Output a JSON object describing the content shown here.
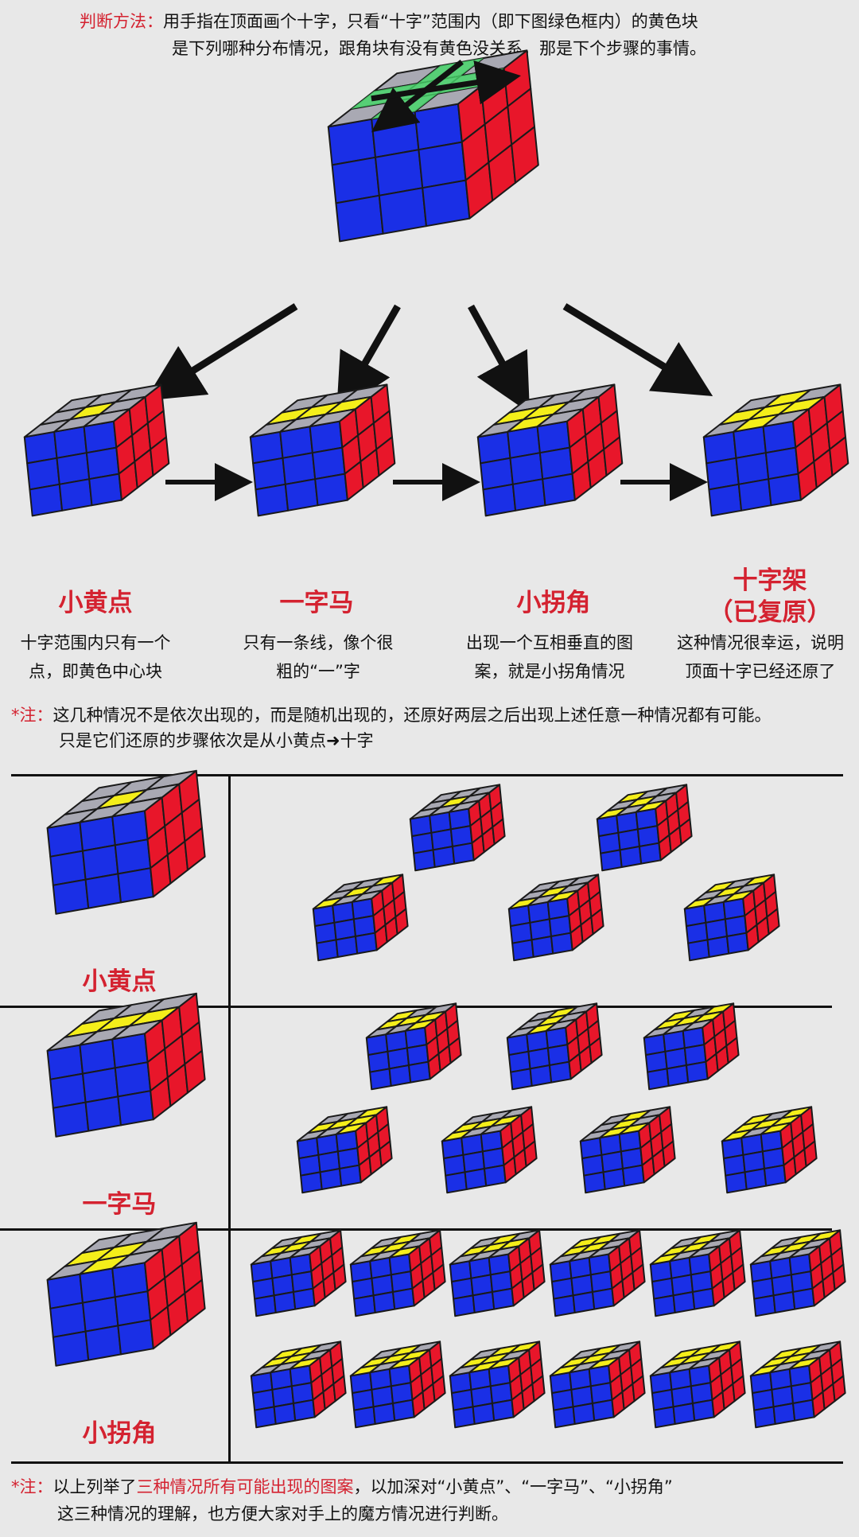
{
  "intro": {
    "label": "判断方法：",
    "line1": "用手指在顶面画个十字，只看“十字”范围内（即下图绿色框内）的黄色块",
    "line2": "是下列哪种分布情况，跟角块有没有黄色没关系，那是下个步骤的事情。"
  },
  "stages": [
    {
      "title": "小黄点",
      "desc": [
        "十字范围内只有一个",
        "点，即黄色中心块"
      ]
    },
    {
      "title": "一字马",
      "desc": [
        "只有一条线，像个很",
        "粗的“一”字"
      ]
    },
    {
      "title": "小拐角",
      "desc": [
        "出现一个互相垂直的图",
        "案，就是小拐角情况"
      ]
    },
    {
      "title": "十字架\n（已复原）",
      "title_line1": "十字架",
      "title_line2": "（已复原）",
      "desc": [
        "这种情况很幸运，说明",
        "顶面十字已经还原了"
      ]
    }
  ],
  "note1": {
    "label": "*注：",
    "line1": "这几种情况不是依次出现的，而是随机出现的，还原好两层之后出现上述任意一种情况都有可能。",
    "line2": "只是它们还原的步骤依次是从小黄点➜十字"
  },
  "table_rows": [
    {
      "label": "小黄点"
    },
    {
      "label": "一字马"
    },
    {
      "label": "小拐角"
    }
  ],
  "note2": {
    "label": "*注：",
    "pre": "以上列举了",
    "highlight": "三种情况所有可能出现的图案",
    "post": "，以加深对“小黄点”、“一字马”、“小拐角”",
    "line2": "这三种情况的理解，也方便大家对手上的魔方情况进行判断。"
  },
  "colors": {
    "front": "#1a2fe6",
    "side": "#e8162a",
    "top_gray": "#a9a9b3",
    "yellow": "#f4ee1a",
    "accent_red": "#d42230",
    "green_frame": "#49d66b"
  },
  "cube_patterns": {
    "main": "000000000",
    "dot": "000010000",
    "line": "000111000",
    "corner": "000110010",
    "cross": "010111010",
    "row1": [
      "000010000",
      "100010101"
    ],
    "row2": [
      "001010100",
      "000010101",
      "101010101"
    ],
    "row3": [
      "100111001",
      "010010010",
      "101111000"
    ],
    "row3b": [
      "001111001",
      "000111100",
      "010010011",
      "101111101"
    ],
    "row4": [
      "010110000",
      "010110001",
      "010111000",
      "110110000",
      "010110100",
      "011110000"
    ],
    "row5": [
      "110110001",
      "010111101",
      "011110011",
      "010110101",
      "111110000",
      "110110101"
    ]
  }
}
